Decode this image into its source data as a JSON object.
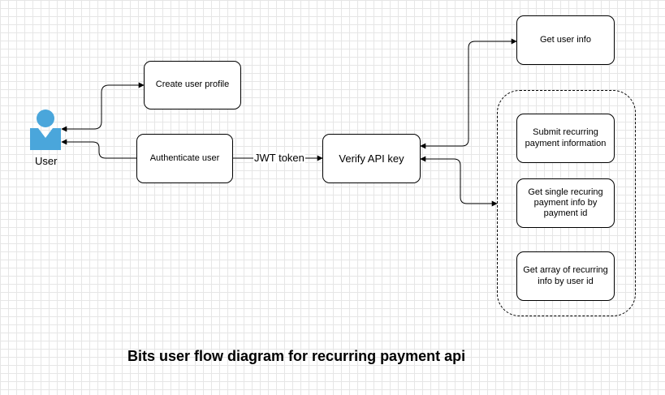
{
  "actor": {
    "label": "User",
    "icon": "user-icon",
    "color": "#4aa6db"
  },
  "nodes": {
    "create_profile": "Create user profile",
    "authenticate": "Authenticate user",
    "verify_api_key": "Verify API key",
    "get_user_info": "Get user info",
    "submit_payment": "Submit recurring payment information",
    "get_single_payment": "Get single recuring payment info by payment id",
    "get_array_payments": "Get array of recurring info by user id"
  },
  "edges": {
    "jwt_label": "JWT token"
  },
  "title": "Bits user flow diagram for recurring payment api"
}
